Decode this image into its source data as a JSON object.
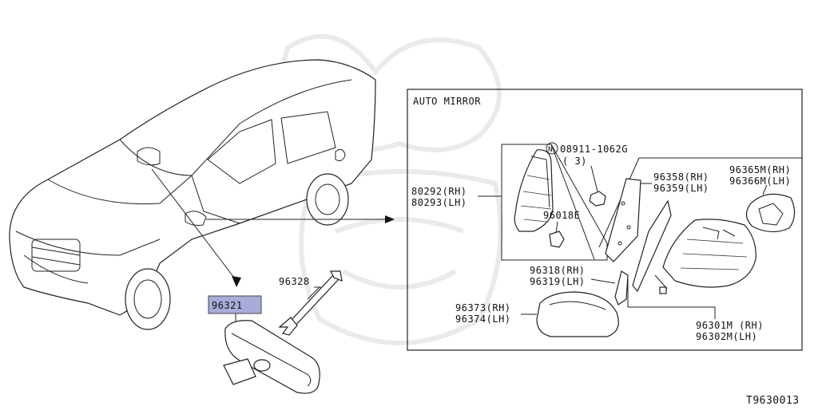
{
  "diagram": {
    "code": "T9630013",
    "highlight_color": "#a8acd8",
    "watermark_icon": "samurai-mask-watermark",
    "highlighted_part": "96321",
    "parts": {
      "wrench": "96328",
      "bracket": "96018E",
      "nut_line1": "08911-1062G",
      "nut_line2": "( 3)",
      "nut_symbol": "N",
      "glass_rh": "96365M(RH)",
      "glass_lh": "96366M(LH)",
      "base_rh": "96358(RH)",
      "base_lh": "96359(LH)",
      "cover_rh": "80292(RH)",
      "cover_lh": "80293(LH)",
      "cap_rh": "96318(RH)",
      "cap_lh": "96319(LH)",
      "housing_rh": "96373(RH)",
      "housing_lh": "96374(LH)",
      "mirror_rh": "96301M (RH)",
      "mirror_lh": "96302M(LH)"
    },
    "box_title": "AUTO MIRROR"
  }
}
